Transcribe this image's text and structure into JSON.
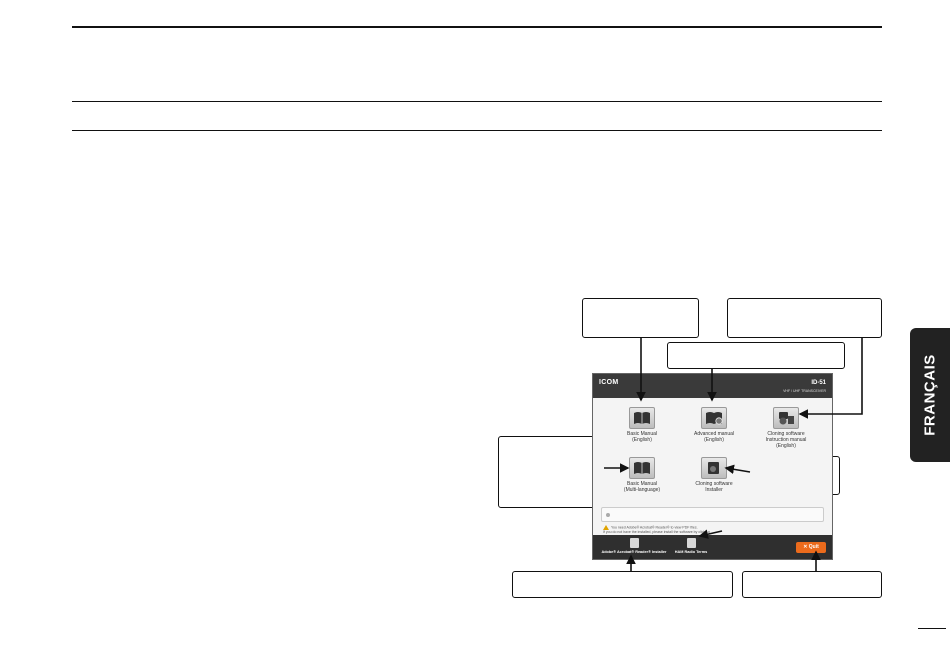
{
  "side_tab": {
    "label": "FRANÇAIS"
  },
  "app": {
    "logo": "ICOM",
    "model": "ID-51",
    "subtitle": "VHF / UHF TRANSCEIVER",
    "items": [
      {
        "label": "Basic Manual\n(English)",
        "icon": "book-icon"
      },
      {
        "label": "Advanced manual\n(English)",
        "icon": "book-gear-icon"
      },
      {
        "label": "Cloning software\nInstruction manual\n(English)",
        "icon": "cloning-manual-icon"
      },
      {
        "label": "Basic Manual\n(Multi-language)",
        "icon": "book-icon"
      },
      {
        "label": "Cloning software\nInstaller",
        "icon": "cloning-installer-icon"
      }
    ],
    "notice": "You need Adobe® Acrobat® Reader® to view PDF files.\nIf you do not have the installed, please install the software by clicking",
    "footer": {
      "adobe_label": "Adobe® Acrobat® Reader® Installer",
      "radio_label": "HAM Radio Terms",
      "quit_label": "Quit"
    }
  }
}
